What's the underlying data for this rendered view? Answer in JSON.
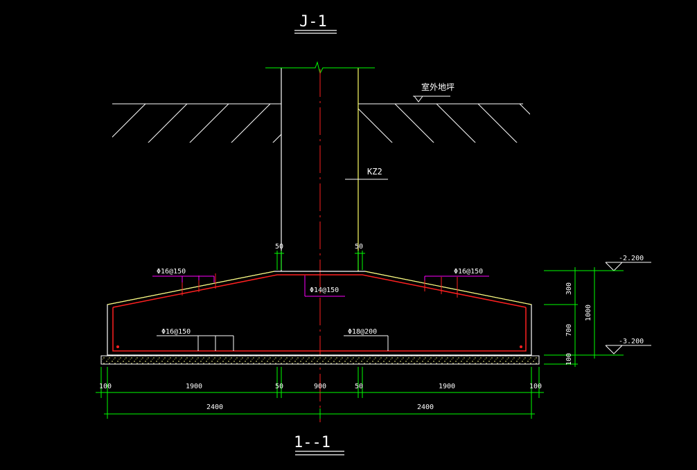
{
  "drawing": {
    "title_top": "J-1",
    "title_bottom": "1--1",
    "ground_label": "室外地坪",
    "column_label": "KZ2",
    "rebar": {
      "top_left": "Φ16@150",
      "top_right": "Φ16@150",
      "center": "Φ14@150",
      "bottom_left": "Φ16@150",
      "bottom_right": "Φ18@200"
    },
    "offset_left": "50",
    "offset_right": "50",
    "elev_top": "-2.200",
    "elev_bottom": "-3.200",
    "vert_dims": {
      "upper": "300",
      "middle": "700",
      "lower": "100",
      "total": "1000"
    },
    "horiz_dims": {
      "d1": "100",
      "d2": "1900",
      "d3": "50",
      "d4": "900",
      "d5": "50",
      "d6": "1900",
      "d7": "100",
      "half_left": "2400",
      "half_right": "2400"
    }
  },
  "colors": {
    "background": "#000000",
    "structure": "#ffffff",
    "dimension": "#00ff00",
    "rebar": "#ff2020",
    "annotation": "#ff00ff",
    "outline_yellow": "#ffff66"
  }
}
